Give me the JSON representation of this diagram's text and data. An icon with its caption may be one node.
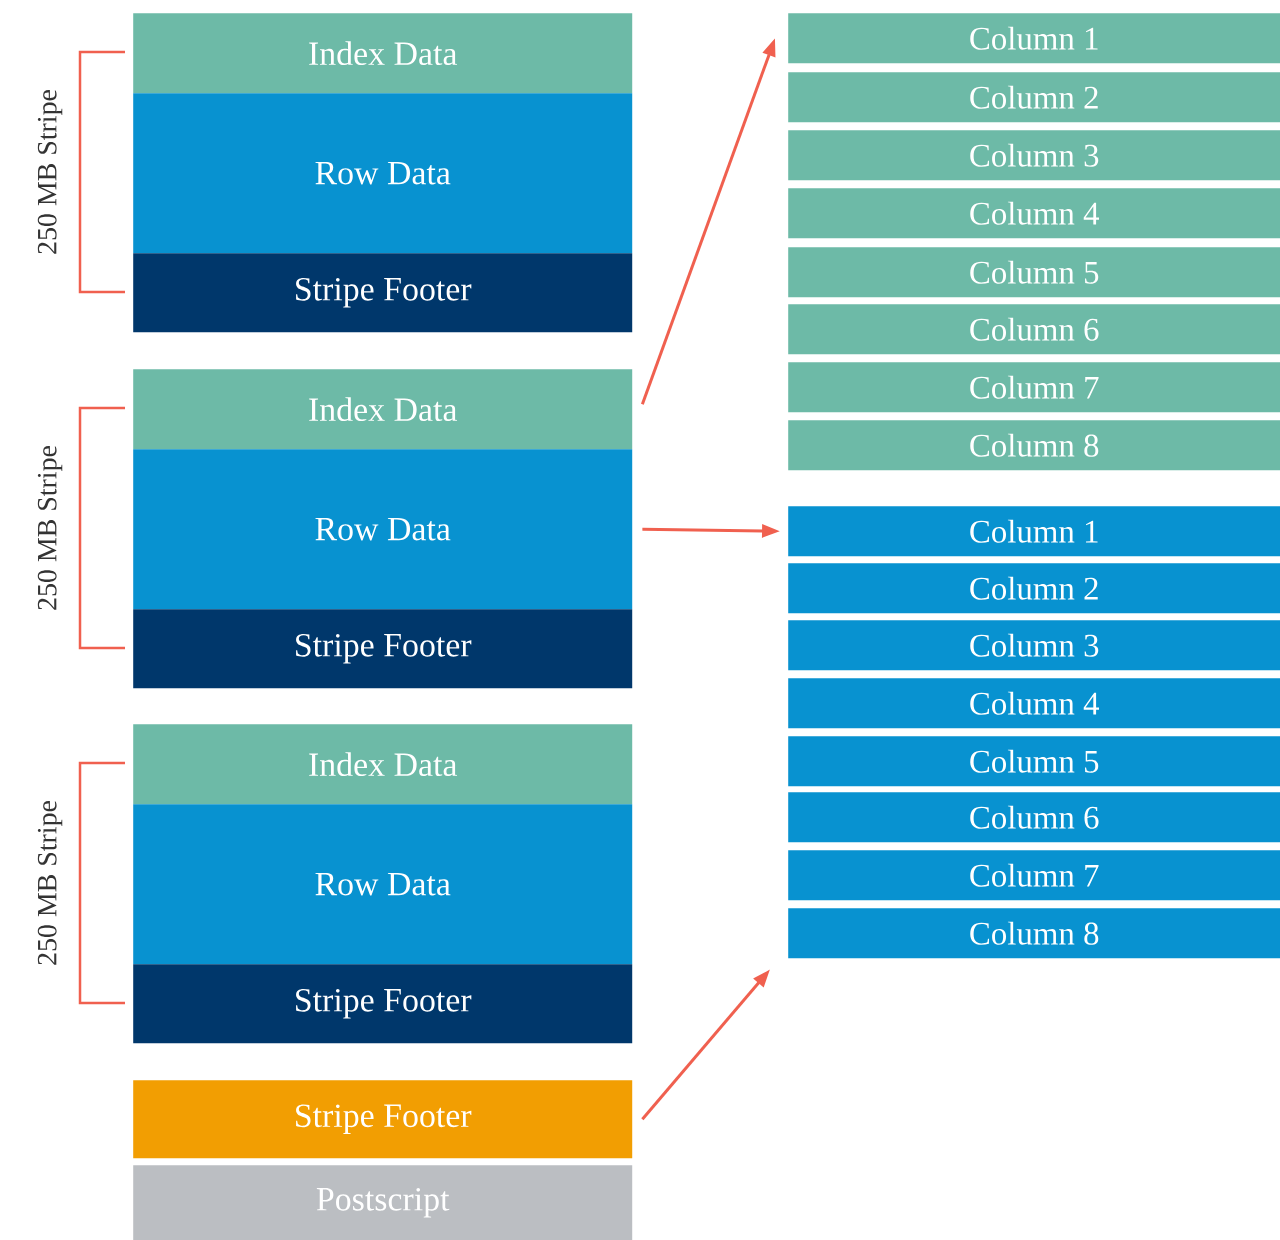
{
  "diagram": {
    "nodes": [
      {
        "text": [
          "Index Data"
        ]
      },
      {
        "text": [
          "Row Data"
        ]
      },
      {
        "text": [
          "Stripe Footer"
        ]
      },
      {
        "text": [
          "Index Data"
        ]
      },
      {
        "text": [
          "Row Data"
        ]
      },
      {
        "text": [
          "Stripe Footer"
        ]
      },
      {
        "text": [
          "Index Data"
        ]
      },
      {
        "text": [
          "Row Data"
        ]
      },
      {
        "text": [
          "Stripe Footer"
        ]
      },
      {
        "text": [
          "Stripe Footer"
        ]
      },
      {
        "text": [
          "Postscript"
        ]
      },
      {
        "text": [
          "Column 1"
        ]
      },
      {
        "text": [
          "Column 2"
        ]
      },
      {
        "text": [
          "Column 3"
        ]
      },
      {
        "text": [
          "Column 4"
        ]
      },
      {
        "text": [
          "Column 5"
        ]
      },
      {
        "text": [
          "Column 6"
        ]
      },
      {
        "text": [
          "Column 7"
        ]
      },
      {
        "text": [
          "Column 8"
        ]
      },
      {
        "text": [
          "Column 1"
        ]
      },
      {
        "text": [
          "Column 2"
        ]
      },
      {
        "text": [
          "Column 3"
        ]
      },
      {
        "text": [
          "Column 4"
        ]
      },
      {
        "text": [
          "Column 5"
        ]
      },
      {
        "text": [
          "Column 6"
        ]
      },
      {
        "text": [
          "Column 7"
        ]
      },
      {
        "text": [
          "Column 8"
        ]
      }
    ],
    "edges": [
      {
        "from": 3,
        "to": 11,
        "arrow": "to"
      },
      {
        "from": 4,
        "to": 19,
        "arrow": "to"
      },
      {
        "from": 9,
        "to": 26,
        "arrow": "to"
      }
    ],
    "labels": [
      "250 MB Stripe",
      "250 MB Stripe",
      "250 MB Stripe"
    ]
  }
}
